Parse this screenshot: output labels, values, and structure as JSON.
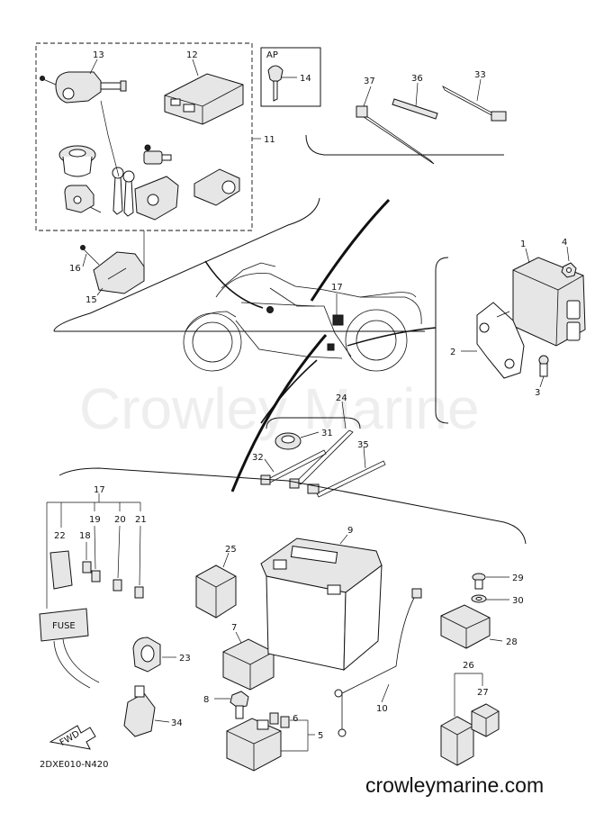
{
  "watermark": "Crowley Marine",
  "footer_url": "crowleymarine.com",
  "diagram_code": "2DXE010-N420",
  "fwd_label": "FWD",
  "ap_label": "AP",
  "fuse_label": "FUSE",
  "callouts": {
    "c1": "1",
    "c2": "2",
    "c3": "3",
    "c4": "4",
    "c5": "5",
    "c6": "6",
    "c7": "7",
    "c8": "8",
    "c9": "9",
    "c10": "10",
    "c11": "11",
    "c12": "12",
    "c13": "13",
    "c14": "14",
    "c15": "15",
    "c16": "16",
    "c17a": "17",
    "c17b": "17",
    "c18": "18",
    "c19": "19",
    "c20": "20",
    "c21": "21",
    "c22": "22",
    "c23": "23",
    "c24": "24",
    "c25": "25",
    "c26": "26",
    "c27": "27",
    "c28": "28",
    "c29": "29",
    "c30": "30",
    "c31": "31",
    "c32": "32",
    "c33": "33",
    "c34": "34",
    "c35": "35",
    "c36": "36",
    "c37": "37"
  }
}
